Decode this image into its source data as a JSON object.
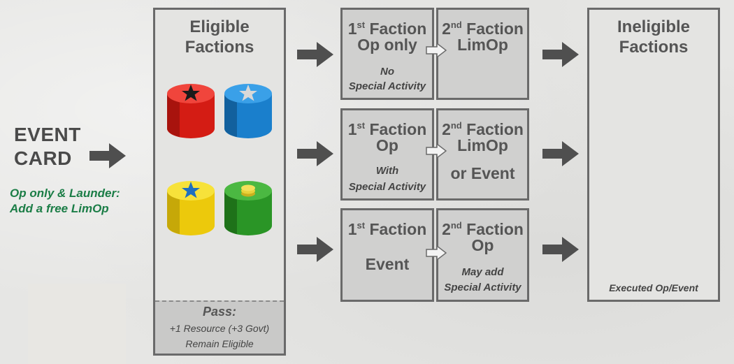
{
  "event_card": {
    "line1": "EVENT",
    "line2": "CARD",
    "note_line1": "Op only & Launder:",
    "note_line2": "Add a free LimOp"
  },
  "eligible": {
    "title_line1": "Eligible",
    "title_line2": "Factions",
    "pass_title": "Pass:",
    "pass_line1": "+1 Resource (+3 Govt)",
    "pass_line2": "Remain Eligible"
  },
  "factions": [
    {
      "color": "#e8231a",
      "symbol": "star",
      "symbol_color": "#1a1a1a"
    },
    {
      "color": "#1e8ad6",
      "symbol": "star",
      "symbol_color": "#d8d8d8"
    },
    {
      "color": "#f2d210",
      "symbol": "star",
      "symbol_color": "#1e6fc0"
    },
    {
      "color": "#2f9e2a",
      "symbol": "coin",
      "symbol_color": "#e8d23a"
    }
  ],
  "rows": [
    {
      "first": {
        "num": "1",
        "ord": "st",
        "word": "Faction",
        "line2": "Op only",
        "note1": "No",
        "note2": "Special Activity"
      },
      "second": {
        "num": "2",
        "ord": "nd",
        "word": "Faction",
        "line2": "LimOp",
        "line3": "",
        "note1": "",
        "note2": ""
      }
    },
    {
      "first": {
        "num": "1",
        "ord": "st",
        "word": "Faction",
        "line2": "Op",
        "note1": "With",
        "note2": "Special Activity"
      },
      "second": {
        "num": "2",
        "ord": "nd",
        "word": "Faction",
        "line2": "LimOp",
        "line3": "or Event",
        "note1": "",
        "note2": ""
      }
    },
    {
      "first": {
        "num": "1",
        "ord": "st",
        "word": "Faction",
        "line2": "",
        "line3": "Event",
        "note1": "",
        "note2": ""
      },
      "second": {
        "num": "2",
        "ord": "nd",
        "word": "Faction",
        "line2": "Op",
        "line3": "",
        "note1": "May add",
        "note2": "Special Activity"
      }
    }
  ],
  "ineligible": {
    "title_line1": "Ineligible",
    "title_line2": "Factions",
    "footer": "Executed Op/Event"
  },
  "colors": {
    "arrow": "#4f4f4f",
    "box_border": "#6a6a6a",
    "note_green": "#1b7d46"
  }
}
